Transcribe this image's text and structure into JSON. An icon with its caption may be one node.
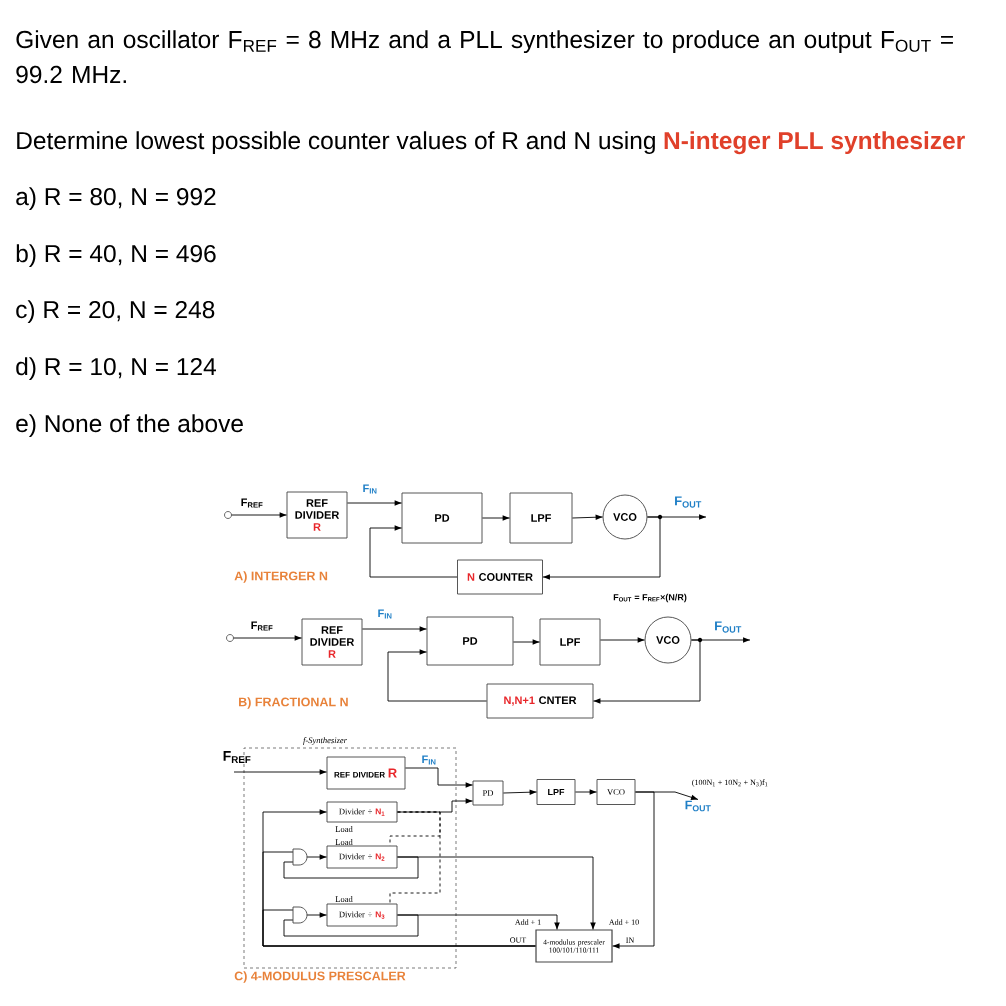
{
  "diagram": {
    "nodes": [
      {
        "text": [
          "REF DIVIDER",
          "R"
        ]
      },
      {
        "text": [
          "PD"
        ]
      },
      {
        "text": [
          "LPF"
        ]
      },
      {
        "text": [
          "VCO"
        ]
      },
      {
        "text": [
          "N",
          "COUNTER"
        ]
      },
      {
        "text": [
          "REF DIVIDER",
          "R"
        ]
      },
      {
        "text": [
          "PD"
        ]
      },
      {
        "text": [
          "LPF"
        ]
      },
      {
        "text": [
          "VCO"
        ]
      },
      {
        "text": [
          "N,N+1",
          "CNTER"
        ]
      },
      {
        "text": [
          "f-Synthesizer"
        ]
      },
      {
        "text": [
          "REF DIVIDER",
          "R"
        ],
        "in": 10
      },
      {
        "text": [
          "Divider ÷",
          "N$_{1}$"
        ],
        "in": 10
      },
      {
        "text": [],
        "shape": "gate",
        "in": 10
      },
      {
        "text": [
          "Divider ÷",
          "N$_{2}$"
        ],
        "in": 10
      },
      {
        "text": [],
        "shape": "gate",
        "in": 10
      },
      {
        "text": [
          "Divider ÷",
          "N$_{3}$"
        ],
        "in": 10
      },
      {
        "text": [
          "PD"
        ]
      },
      {
        "text": [
          "LPF"
        ]
      },
      {
        "text": [
          "VCO"
        ]
      },
      {
        "text": [
          "4-modulus prescaler",
          "100/101/110/111"
        ]
      },
      {
        "text": [
          "F$_{OUT}$"
        ]
      },
      {
        "text": [],
        "shape": "circle"
      },
      {
        "text": [],
        "shape": "circle"
      }
    ],
    "edges": [
      {
        "from": 22,
        "to": 0,
        "arrow": "to",
        "label": "F$_{REF}$"
      },
      {
        "from": 0,
        "to": 1,
        "arrow": "to",
        "label": "F$_{IN}$"
      },
      {
        "from": 1,
        "to": 2,
        "arrow": "to"
      },
      {
        "from": 2,
        "to": 3,
        "arrow": "to"
      },
      {
        "from": 3,
        "to": null,
        "arrow": "to",
        "label": "F$_{OUT}$"
      },
      {
        "from": 3,
        "to": 4,
        "arrow": "to"
      },
      {
        "from": 4,
        "to": 1,
        "arrow": "to"
      },
      {
        "from": 23,
        "to": 5,
        "arrow": "to",
        "label": "F$_{REF}$"
      },
      {
        "from": 5,
        "to": 6,
        "arrow": "to",
        "label": "F$_{IN}$"
      },
      {
        "from": 6,
        "to": 7,
        "arrow": "to"
      },
      {
        "from": 7,
        "to": 8,
        "arrow": "to"
      },
      {
        "from": 8,
        "to": null,
        "arrow": "to",
        "label": "F$_{OUT}$"
      },
      {
        "from": 8,
        "to": 9,
        "arrow": "to"
      },
      {
        "from": 9,
        "to": 6,
        "arrow": "to"
      },
      {
        "from": null,
        "to": 11,
        "arrow": "to",
        "label": "F$_{REF}$"
      },
      {
        "from": 11,
        "to": 17,
        "arrow": "to",
        "label": "F$_{IN}$"
      },
      {
        "from": 17,
        "to": 18,
        "arrow": "to"
      },
      {
        "from": 18,
        "to": 19,
        "arrow": "to"
      },
      {
        "from": 19,
        "to": 21,
        "arrow": "to",
        "label": "(100N$_{1}$ + 10N$_{2}$ + N$_{3}$)f$_{1}$"
      },
      {
        "from": 19,
        "to": 20,
        "arrow": "to",
        "label": "IN"
      },
      {
        "from": 20,
        "to": 12,
        "arrow": "to",
        "label": "OUT"
      },
      {
        "from": 20,
        "to": 13,
        "arrow": "none"
      },
      {
        "from": 20,
        "to": 15,
        "arrow": "none"
      },
      {
        "from": 13,
        "to": 14,
        "arrow": "to"
      },
      {
        "from": 14,
        "to": 13,
        "arrow": "none"
      },
      {
        "from": 15,
        "to": 16,
        "arrow": "to"
      },
      {
        "from": 16,
        "to": 15,
        "arrow": "none"
      },
      {
        "from": 12,
        "to": 17,
        "arrow": "to"
      },
      {
        "from": 14,
        "to": 20,
        "arrow": "to",
        "label": "Add + 10"
      },
      {
        "from": 16,
        "to": 20,
        "arrow": "to",
        "label": "Add + 1"
      },
      {
        "from": 12,
        "to": 14,
        "arrow": "none",
        "style": "dashed"
      },
      {
        "from": 12,
        "to": 16,
        "arrow": "none",
        "style": "dashed"
      }
    ],
    "labels": [
      "Given an oscillator F$_{REF}$ = 8 MHz and a PLL synthesizer to produce an output F$_{OUT}$ = 99.2 MHz.",
      "Determine lowest possible counter values of R and N using",
      "N-integer PLL synthesizer",
      "a) R = 80, N = 992",
      "b) R = 40, N = 496",
      "c) R = 20, N = 248",
      "d) R = 10, N = 124",
      "e) None of the above",
      "A) INTERGER N",
      "F$_{OUT}$ = F$_{REF}$×(N/R)",
      "B) FRACTIONAL N",
      "Load",
      "Load",
      "Load",
      "C) 4-MODULUS PRESCALER"
    ]
  }
}
